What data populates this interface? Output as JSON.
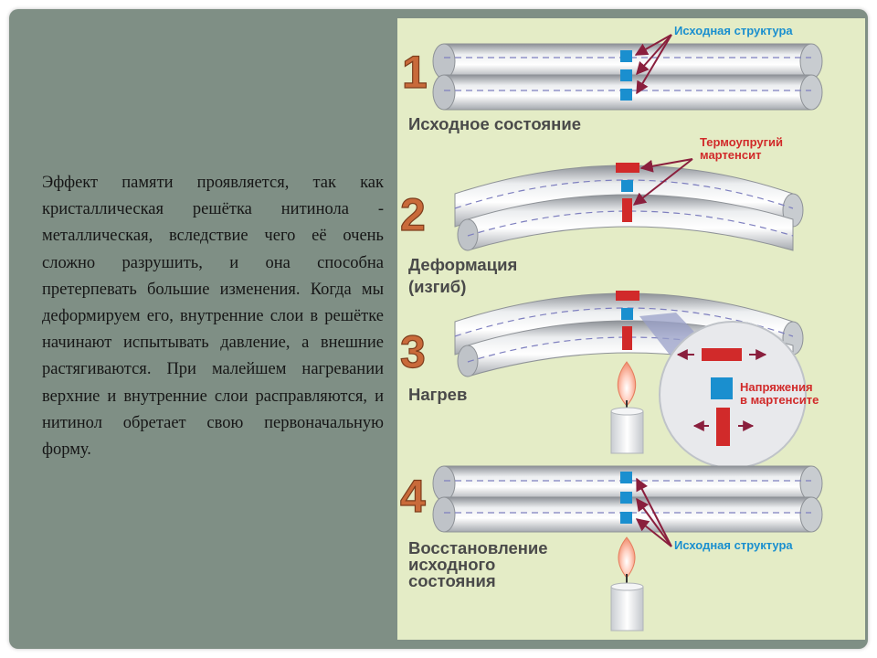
{
  "slide": {
    "body_text": "Эффект памяти проявляется, так как кристаллическая решётка нитинола - металлическая, вследствие чего её очень сложно разрушить, и она способна претерпевать большие изменения. Когда мы деформируем его, внутренние слои в решётке начинают испытывать давление, а внешние растягиваются. При малейшем нагревании верхние и внутренние слои расправляются, и нитинол обретает свою первоначальную форму."
  },
  "diagram": {
    "colors": {
      "panel": "#e4ecc6",
      "step_number": "#c96a3a",
      "label": "#4a4a4a",
      "blue": "#1a8fcf",
      "red": "#d12a2a",
      "arrow": "#8a1f3d",
      "tube": "#d4d7db"
    },
    "steps": [
      {
        "number": "1",
        "label": "Исходное состояние",
        "callout": "Исходная структура"
      },
      {
        "number": "2",
        "label_line1": "Деформация",
        "label_line2": "(изгиб)",
        "callout_line1": "Термоупругий",
        "callout_line2": "мартенсит"
      },
      {
        "number": "3",
        "label": "Нагрев",
        "callout_line1": "Напряжения",
        "callout_line2": "в мартенсите"
      },
      {
        "number": "4",
        "label_line1": "Восстановление",
        "label_line2": "исходного",
        "label_line3": "состояния",
        "callout": "Исходная структура"
      }
    ]
  }
}
